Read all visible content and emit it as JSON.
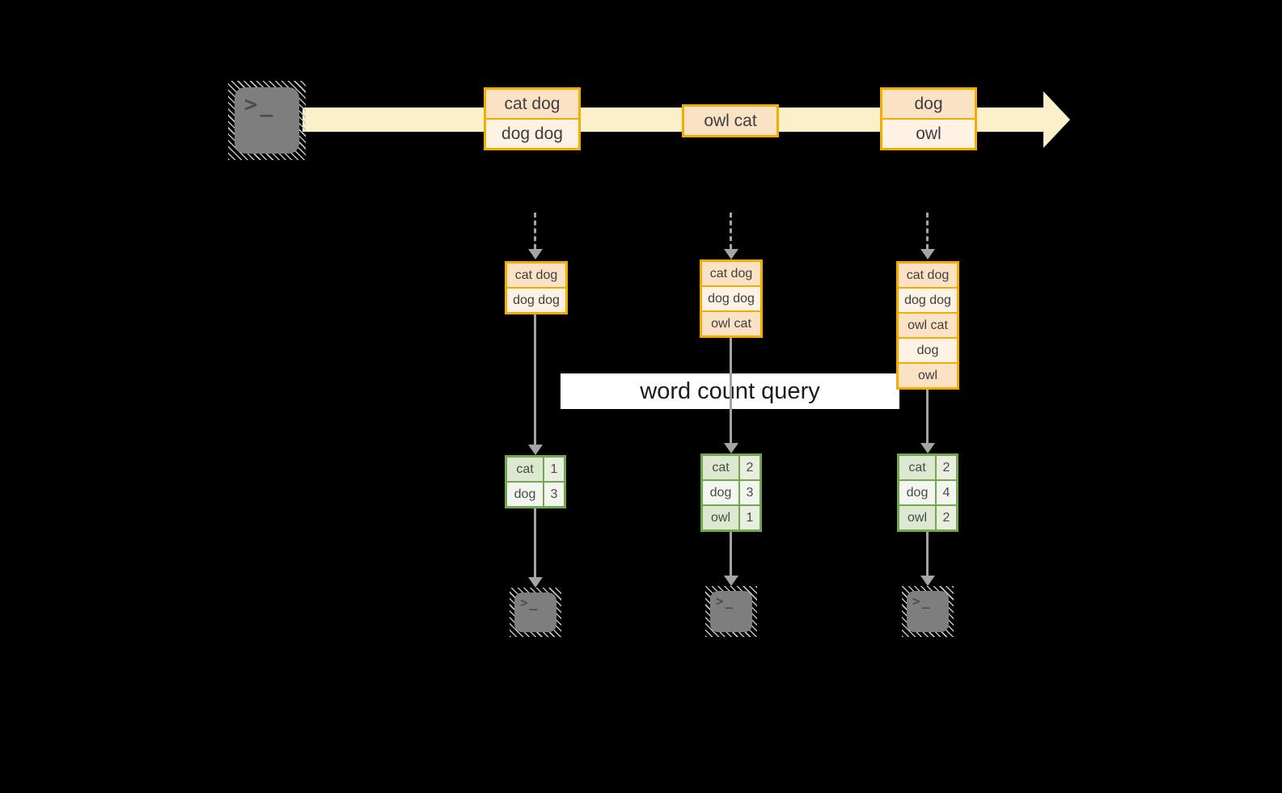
{
  "query": {
    "label": "word count query"
  },
  "terminal": {
    "glyph": ">_"
  },
  "stream": {
    "batches": [
      {
        "rows": [
          "cat dog",
          "dog dog"
        ]
      },
      {
        "rows": [
          "owl cat"
        ]
      },
      {
        "rows": [
          "dog",
          "owl"
        ]
      }
    ]
  },
  "columns": [
    {
      "input_rows": [
        "cat dog",
        "dog dog"
      ],
      "counts": [
        {
          "word": "cat",
          "count": "1"
        },
        {
          "word": "dog",
          "count": "3"
        }
      ]
    },
    {
      "input_rows": [
        "cat dog",
        "dog dog",
        "owl cat"
      ],
      "counts": [
        {
          "word": "cat",
          "count": "2"
        },
        {
          "word": "dog",
          "count": "3"
        },
        {
          "word": "owl",
          "count": "1"
        }
      ]
    },
    {
      "input_rows": [
        "cat dog",
        "dog dog",
        "owl cat",
        "dog",
        "owl"
      ],
      "counts": [
        {
          "word": "cat",
          "count": "2"
        },
        {
          "word": "dog",
          "count": "4"
        },
        {
          "word": "owl",
          "count": "2"
        }
      ]
    }
  ],
  "colors": {
    "accent": "#f3ac00",
    "green": "#72a750",
    "band": "#fcf0cb",
    "row_a": "#fbe2c5",
    "row_b": "#fdf2e3",
    "g_word_a": "#dce8cf",
    "g_num_a": "#e8efde",
    "g_row_b": "#f3f6ee",
    "line": "#a4a4a4"
  }
}
